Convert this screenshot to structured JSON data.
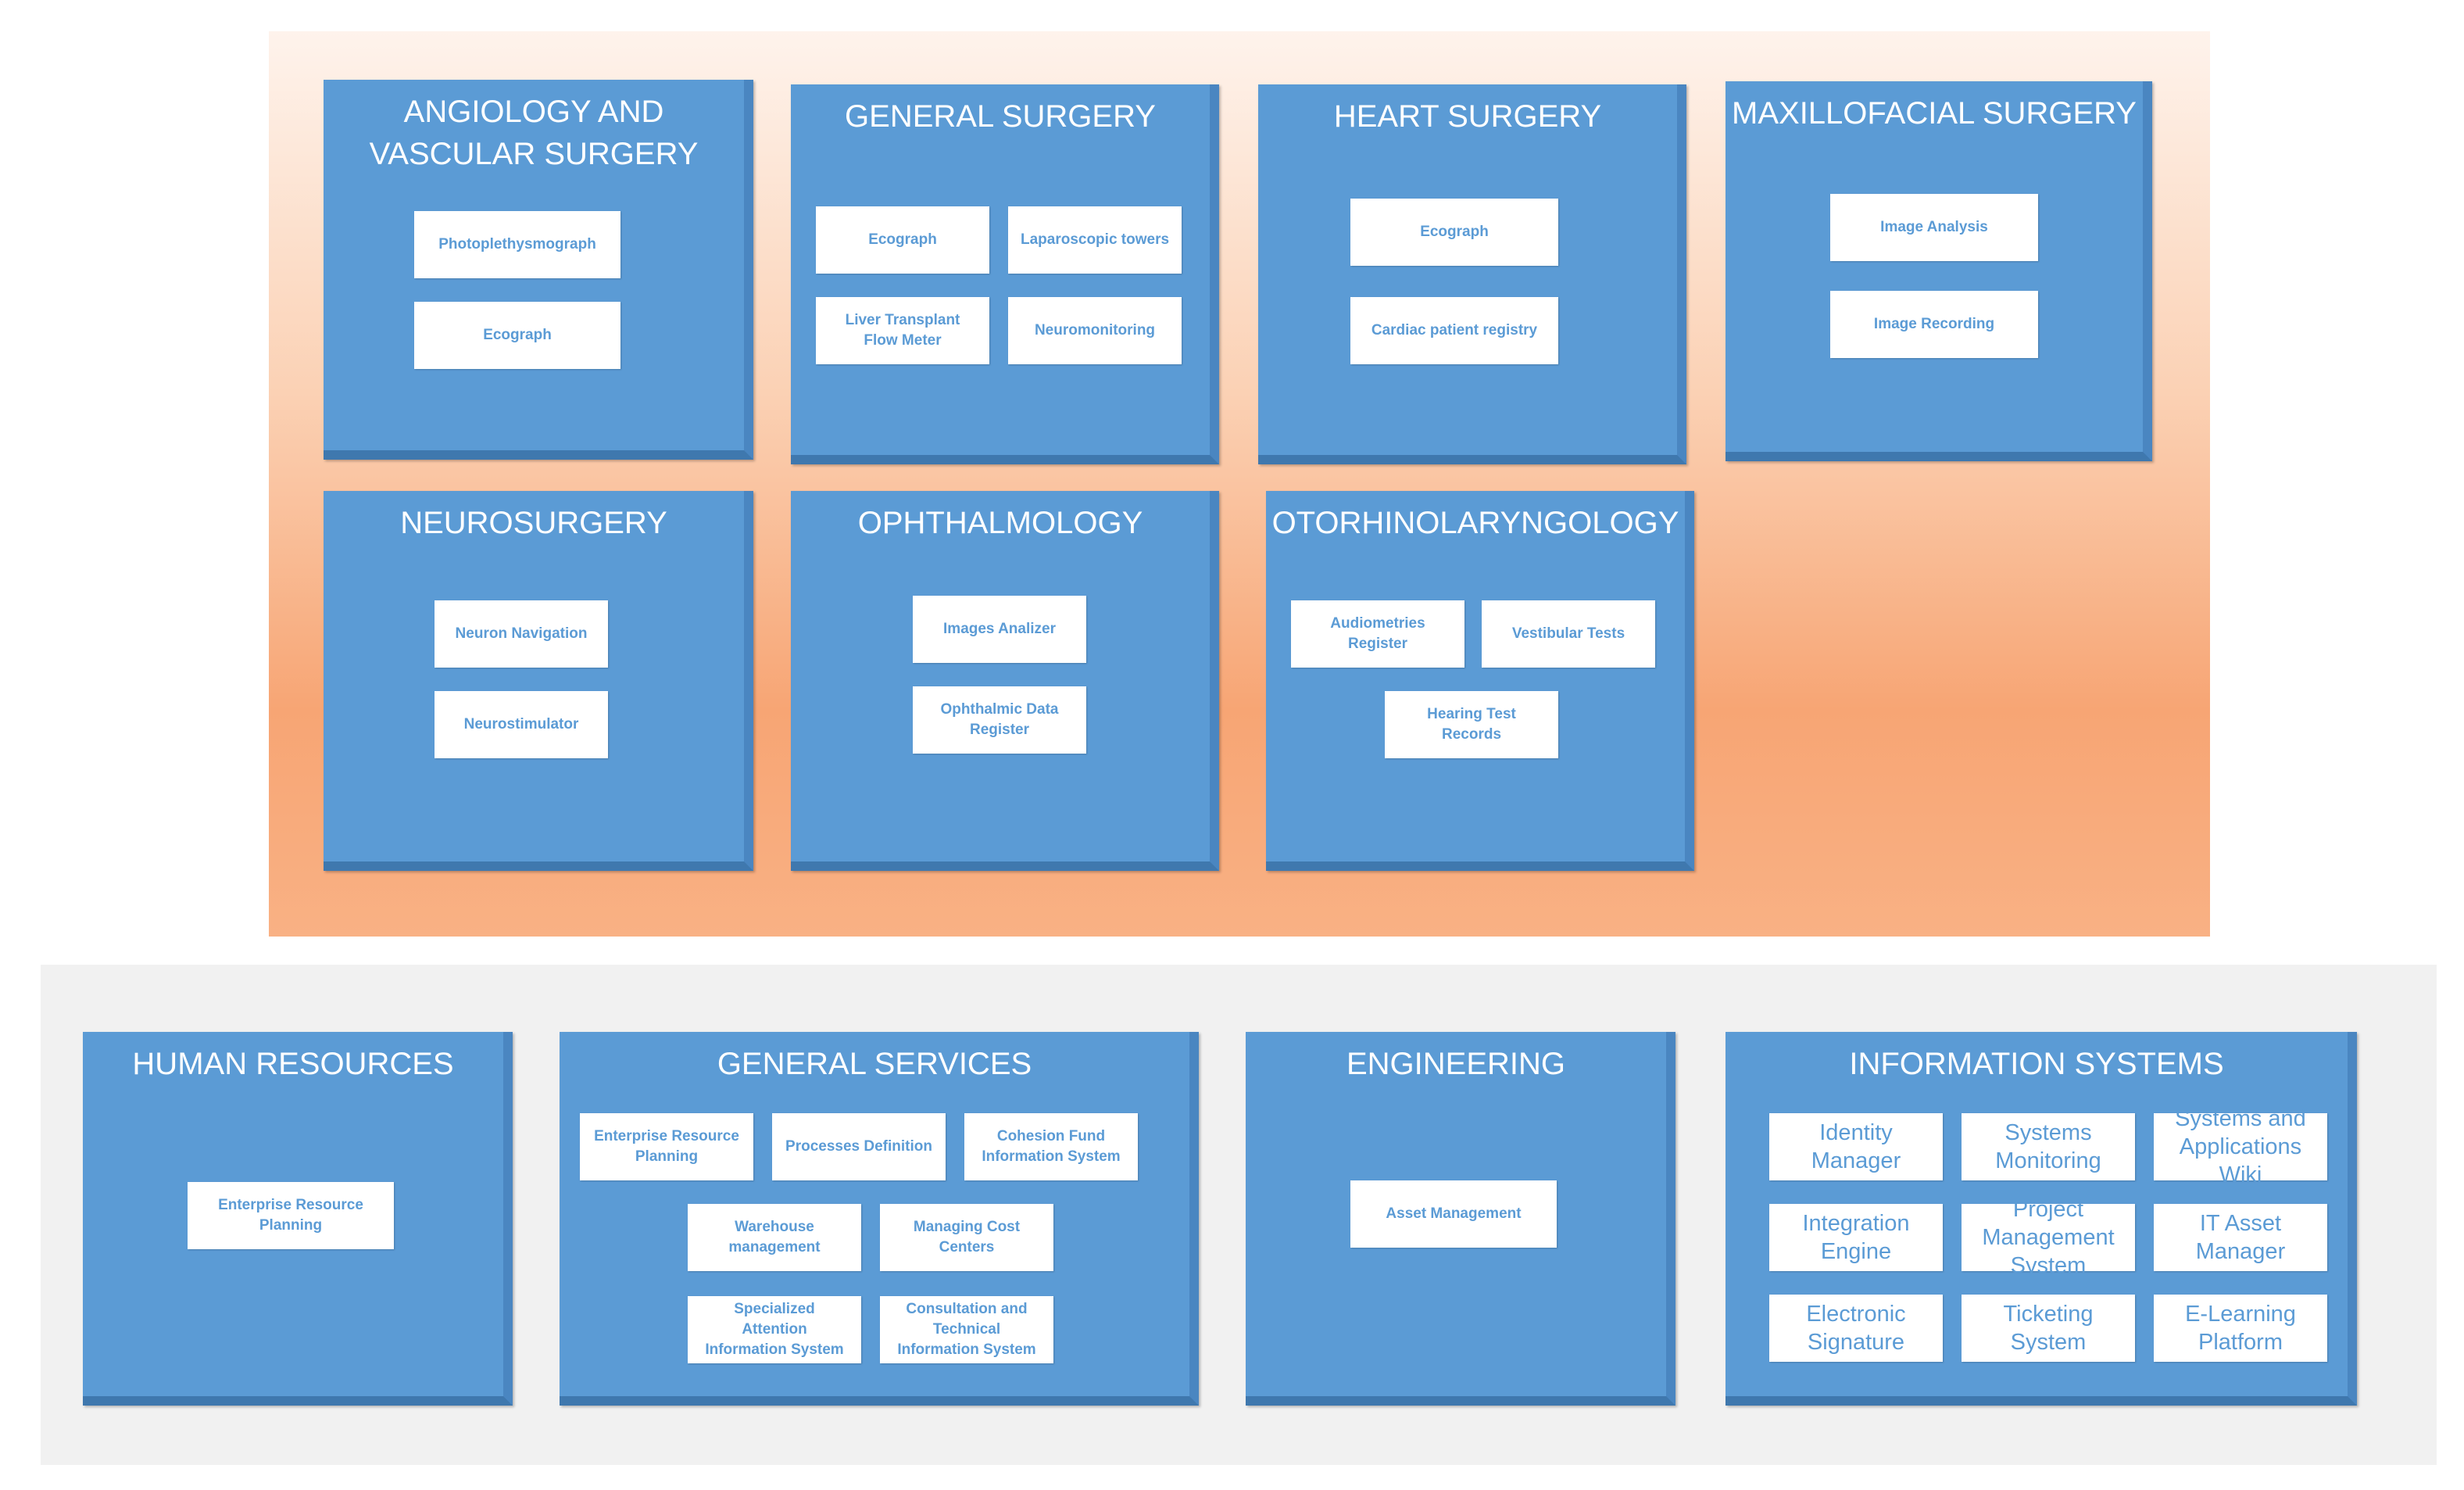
{
  "colors": {
    "box": "#5b9bd5",
    "item_bg": "#ffffff",
    "item_text": "#5b9bd5",
    "clinical_bg": "#f7a574",
    "support_bg": "#f1f1f1"
  },
  "clinical": {
    "angiology": {
      "title": "ANGIOLOGY AND\nVASCULAR SURGERY",
      "items": [
        "Photoplethysmograph",
        "Ecograph"
      ]
    },
    "general_surgery": {
      "title": "GENERAL SURGERY",
      "items": [
        "Ecograph",
        "Laparoscopic towers",
        "Liver Transplant\nFlow Meter",
        "Neuromonitoring"
      ]
    },
    "heart_surgery": {
      "title": "HEART SURGERY",
      "items": [
        "Ecograph",
        "Cardiac patient registry"
      ]
    },
    "maxillofacial": {
      "title": "MAXILLOFACIAL SURGERY",
      "items": [
        "Image Analysis",
        "Image Recording"
      ]
    },
    "neurosurgery": {
      "title": "NEUROSURGERY",
      "items": [
        "Neuron Navigation",
        "Neurostimulator"
      ]
    },
    "ophthalmology": {
      "title": "OPHTHALMOLOGY",
      "items": [
        "Images Analizer",
        "Ophthalmic Data\nRegister"
      ]
    },
    "otorhino": {
      "title": "OTORHINOLARYNGOLOGY",
      "items": [
        "Audiometries\nRegister",
        "Vestibular Tests",
        "Hearing Test\nRecords"
      ]
    }
  },
  "support": {
    "hr": {
      "title": "HUMAN RESOURCES",
      "items": [
        "Enterprise Resource\nPlanning"
      ]
    },
    "general_services": {
      "title": "GENERAL SERVICES",
      "items": [
        "Enterprise Resource\nPlanning",
        "Processes Definition",
        "Cohesion Fund\nInformation System",
        "Warehouse\nmanagement",
        "Managing Cost\nCenters",
        "Specialized\nAttention\nInformation System",
        "Consultation and\nTechnical\nInformation System"
      ]
    },
    "engineering": {
      "title": "ENGINEERING",
      "items": [
        "Asset Management"
      ]
    },
    "info_systems": {
      "title": "INFORMATION SYSTEMS",
      "items": [
        "Identity\nManager",
        "Systems\nMonitoring",
        "Systems and\nApplications\nWiki",
        "Integration\nEngine",
        "Project\nManagement\nSystem",
        "IT Asset\nManager",
        "Electronic\nSignature",
        "Ticketing\nSystem",
        "E-Learning\nPlatform"
      ]
    }
  }
}
